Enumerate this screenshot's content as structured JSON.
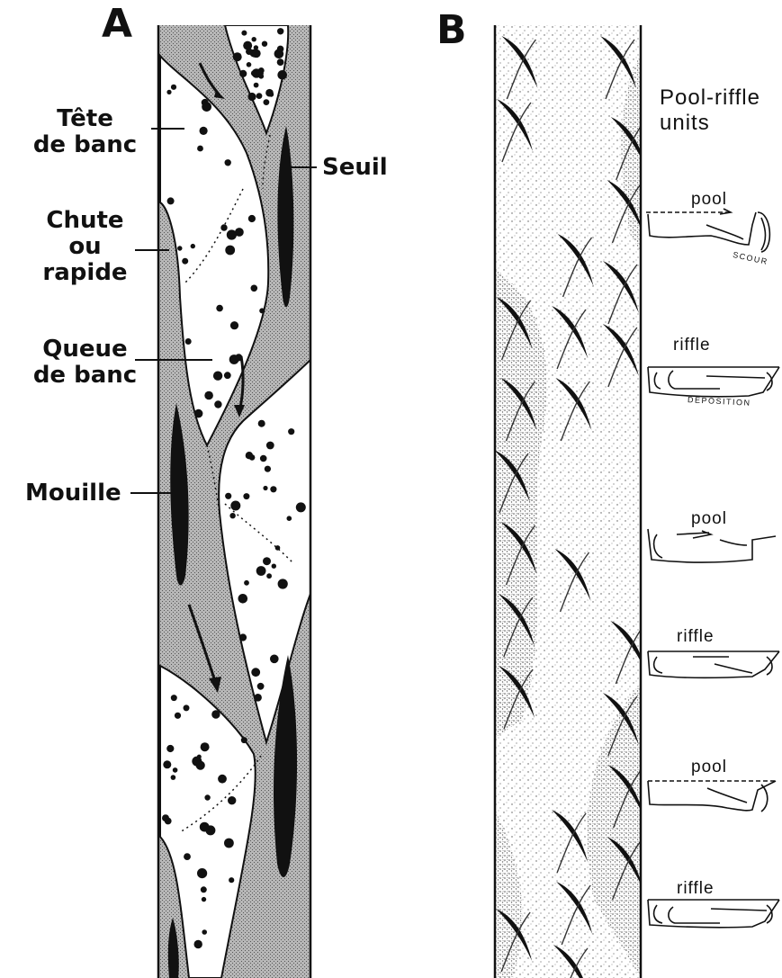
{
  "panels": {
    "a": "A",
    "b": "B"
  },
  "labels_a": {
    "tete_line1": "Tête",
    "tete_line2": "de banc",
    "seuil": "Seuil",
    "chute_line1": "Chute",
    "chute_line2": "ou",
    "chute_line3": "rapide",
    "queue_line1": "Queue",
    "queue_line2": "de banc",
    "mouille": "Mouille"
  },
  "panel_b": {
    "units_line1": "Pool-riffle",
    "units_line2": "units",
    "units": [
      {
        "label": "pool",
        "note": "SCOUR"
      },
      {
        "label": "riffle",
        "note": "DEPOSITION"
      },
      {
        "label": "pool",
        "note": ""
      },
      {
        "label": "riffle",
        "note": ""
      },
      {
        "label": "pool",
        "note": ""
      },
      {
        "label": "riffle",
        "note": ""
      }
    ]
  },
  "colors": {
    "ink": "#111111",
    "channel": "#a9a9a9",
    "bar": "#ffffff",
    "background": "#ffffff"
  }
}
